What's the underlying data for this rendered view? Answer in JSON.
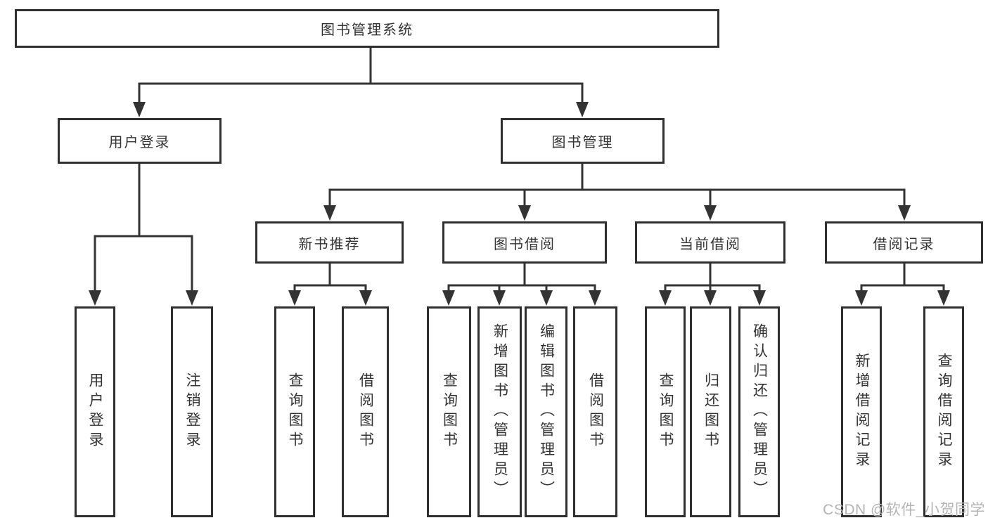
{
  "diagram": {
    "root": {
      "label": "图书管理系统"
    },
    "branches": [
      {
        "label": "用户登录",
        "leaves": [
          {
            "label": "用户登录"
          },
          {
            "label": "注销登录"
          }
        ]
      },
      {
        "label": "图书管理",
        "groups": [
          {
            "label": "新书推荐",
            "leaves": [
              {
                "label": "查询图书"
              },
              {
                "label": "借阅图书"
              }
            ]
          },
          {
            "label": "图书借阅",
            "leaves": [
              {
                "label": "查询图书"
              },
              {
                "label": "新增图书（管理员）"
              },
              {
                "label": "编辑图书（管理员）"
              },
              {
                "label": "借阅图书"
              }
            ]
          },
          {
            "label": "当前借阅",
            "leaves": [
              {
                "label": "查询图书"
              },
              {
                "label": "归还图书"
              },
              {
                "label": "确认归还（管理员）"
              }
            ]
          },
          {
            "label": "借阅记录",
            "leaves": [
              {
                "label": "新增借阅记录"
              },
              {
                "label": "查询借阅记录"
              }
            ]
          }
        ]
      }
    ]
  },
  "watermark": {
    "text": "CSDN @软件_小贺同学"
  },
  "colors": {
    "line": "#333333",
    "box_border": "#2f2f2f",
    "text": "#333333",
    "watermark": "#b4b4b4",
    "background": "#ffffff"
  }
}
